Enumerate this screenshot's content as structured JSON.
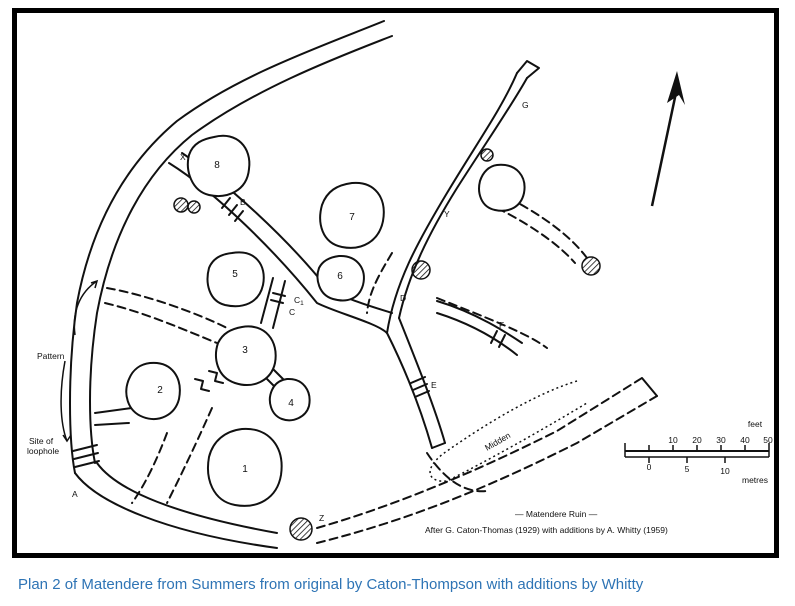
{
  "plan": {
    "enclosures": [
      "1",
      "2",
      "3",
      "4",
      "5",
      "6",
      "7",
      "8"
    ],
    "wall_letters": {
      "a": "A",
      "b": "B",
      "c": "C",
      "c1": "C",
      "c1_sub": "1",
      "d": "D",
      "e": "E",
      "f": "F",
      "g": "G",
      "x": "X",
      "y": "Y",
      "z": "Z"
    },
    "labels": {
      "pattern": "Pattern",
      "site_of": "Site of",
      "loophole": "loophole",
      "midden": "Midden"
    },
    "title": "— Matendere Ruin —",
    "credit": "After G. Caton-Thomas (1929) with additions by A. Whitty (1959)",
    "scale": {
      "feet_label": "feet",
      "feet_ticks": [
        "10",
        "20",
        "30",
        "40",
        "50"
      ],
      "metres_ticks": [
        "0",
        "5",
        "10"
      ],
      "metres_label": "metres"
    }
  },
  "caption": "Plan 2 of Matendere from Summers from original by Caton-Thompson with additions by Whitty"
}
